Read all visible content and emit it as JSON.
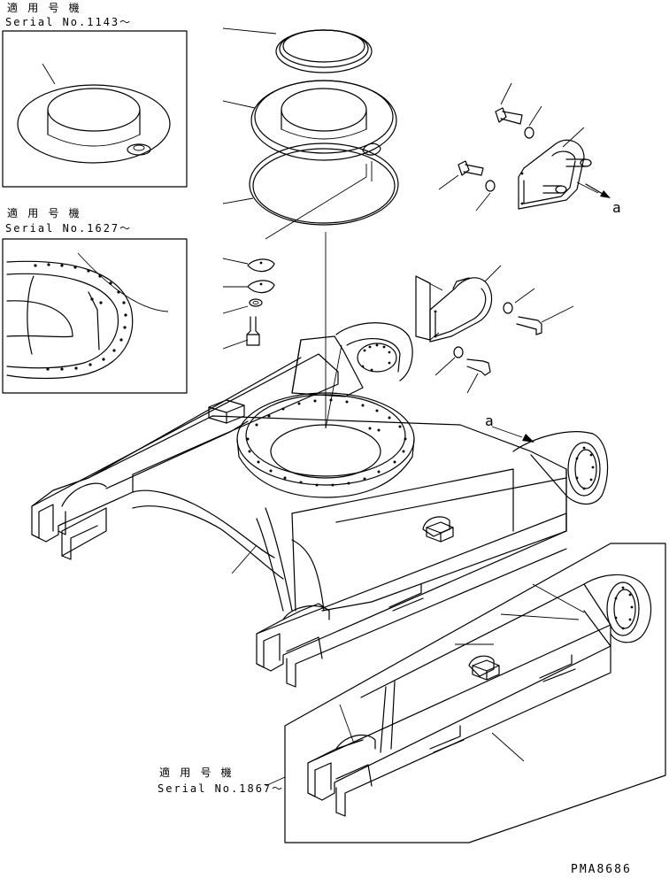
{
  "insets": {
    "inset_1": {
      "applicable_label": "適 用 号 機",
      "serial": "Serial No.1143～"
    },
    "inset_2": {
      "applicable_label": "適 用 号 機",
      "serial": "Serial No.1627～"
    },
    "inset_3": {
      "applicable_label": "適 用 号 機",
      "serial": "Serial No.1867～"
    }
  },
  "view_marker": {
    "arrow_label": "a",
    "target_label": "a"
  },
  "drawing_number": "PMA8686"
}
